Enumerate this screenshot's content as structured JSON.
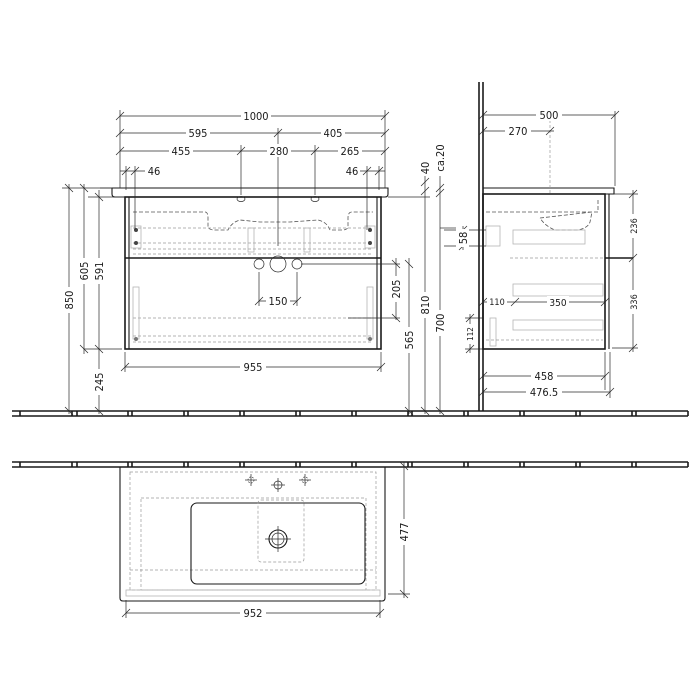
{
  "front_view": {
    "widths": {
      "overall": "1000",
      "left_to_center": "595",
      "center_to_right": "405",
      "left_to_tap1": "455",
      "tap_spacing": "280",
      "tap2_to_right": "265",
      "left_inset": "46",
      "right_inset": "46",
      "cabinet_width": "955",
      "waste_spacing": "150"
    },
    "heights": {
      "total": "850",
      "upper_to_top": "605",
      "cabinet_height": "591",
      "floor_clearance": "245",
      "top_thickness": "40",
      "upstand": "ca.20",
      "waste_drop": "205",
      "waste_height": "565",
      "drawer_height": "810",
      "rear_height": "700"
    }
  },
  "side_view": {
    "depth_overall": "500",
    "tap_depth": "270",
    "upper_drawer": "236",
    "lower_drawer": "336",
    "drawer_offset": "58",
    "wall_gap": "110",
    "drawer_depth": "350",
    "bottom_offset": "112",
    "cabinet_depth": "458",
    "total_depth": "476.5"
  },
  "top_view": {
    "width": "952",
    "depth": "477"
  }
}
